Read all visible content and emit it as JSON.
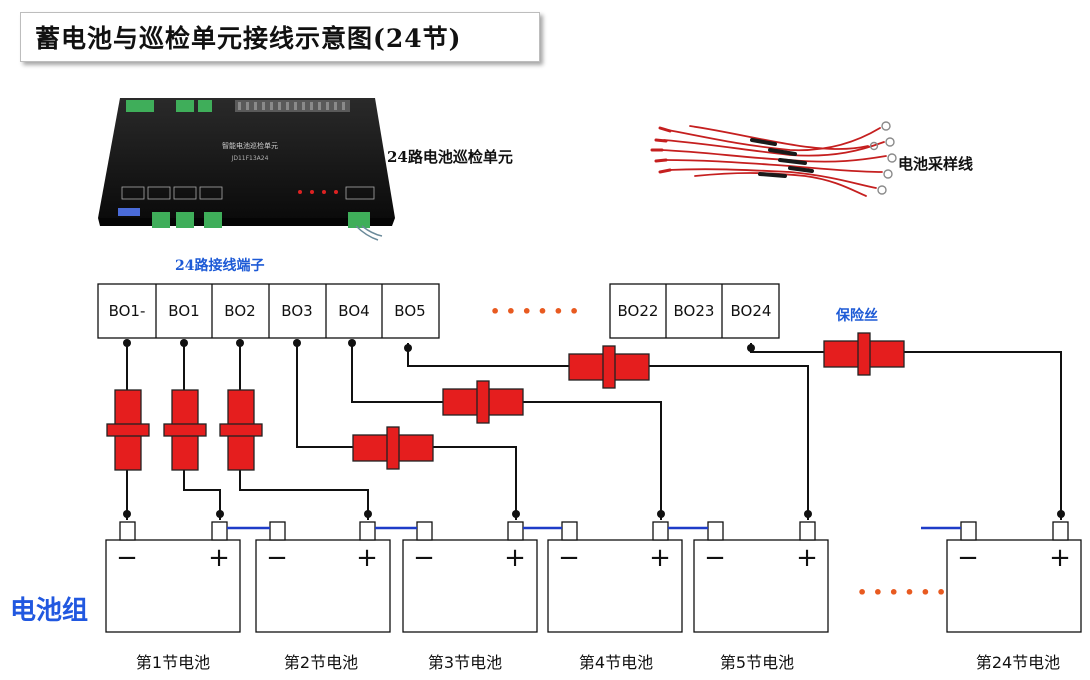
{
  "title": "蓄电池与巡检单元接线示意图(24节)",
  "labels": {
    "unit": "24路电池巡检单元",
    "cable": "电池采样线",
    "terminal_block": "24路接线端子",
    "fuse": "保险丝",
    "battery_group": "电池组",
    "ellipsis_top": "• • • • • •",
    "ellipsis_bottom": "• • • • • •"
  },
  "device": {
    "name": "智能电池巡检单元",
    "model": "JD11F13A24"
  },
  "terminals_left": [
    "BO1-",
    "BO1",
    "BO2",
    "BO3",
    "BO4",
    "BO5"
  ],
  "terminals_right": [
    "BO22",
    "BO23",
    "BO24"
  ],
  "battery": {
    "minus": "−",
    "plus": "+"
  },
  "batteries": [
    "第1节电池",
    "第2节电池",
    "第3节电池",
    "第4节电池",
    "第5节电池",
    "第24节电池"
  ],
  "colors": {
    "fuse": "#e51e1e",
    "wire": "#111111",
    "link": "#1e3cc8",
    "blue_text": "#1d5ad6",
    "dots": "#e85a20"
  }
}
